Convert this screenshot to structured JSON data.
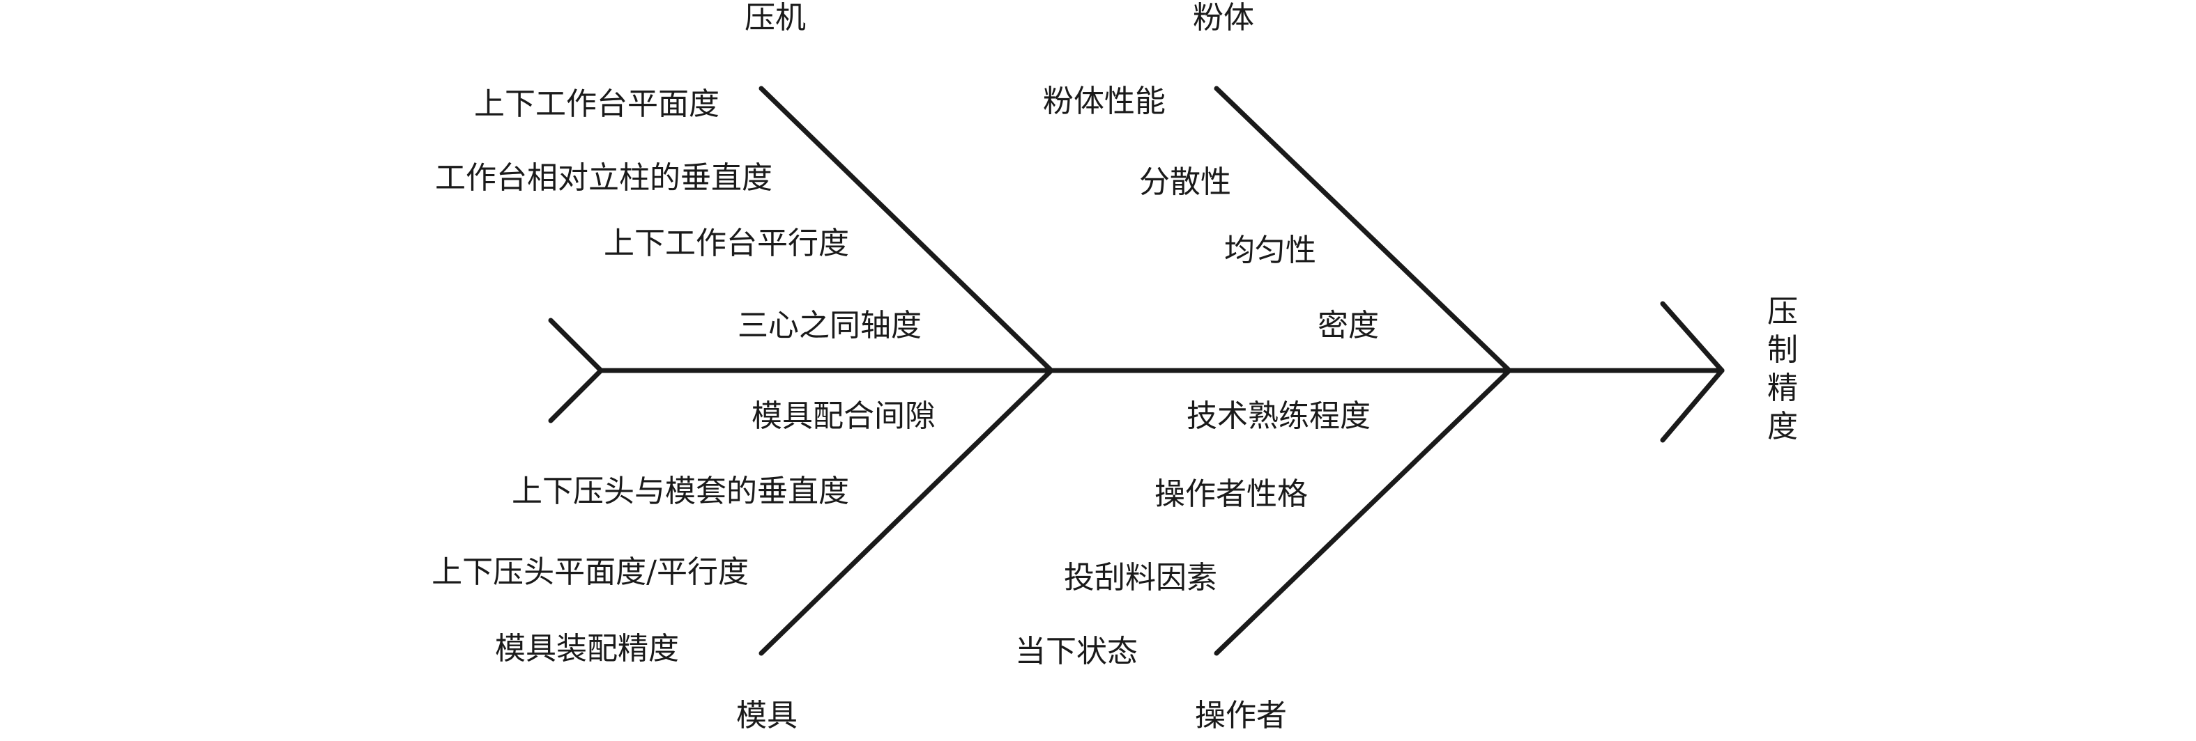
{
  "diagram": {
    "effect": "压制精度",
    "categories": {
      "press": {
        "title": "压机",
        "causes": [
          "上下工作台平面度",
          "工作台相对立柱的垂直度",
          "上下工作台平行度",
          "三心之同轴度"
        ]
      },
      "powder": {
        "title": "粉体",
        "causes": [
          "粉体性能",
          "分散性",
          "均匀性",
          "密度"
        ]
      },
      "mold": {
        "title": "模具",
        "causes": [
          "模具配合间隙",
          "上下压头与模套的垂直度",
          "上下压头平面度/平行度",
          "模具装配精度"
        ]
      },
      "operator": {
        "title": "操作者",
        "causes": [
          "技术熟练程度",
          "操作者性格",
          "投刮料因素",
          "当下状态"
        ]
      }
    }
  }
}
